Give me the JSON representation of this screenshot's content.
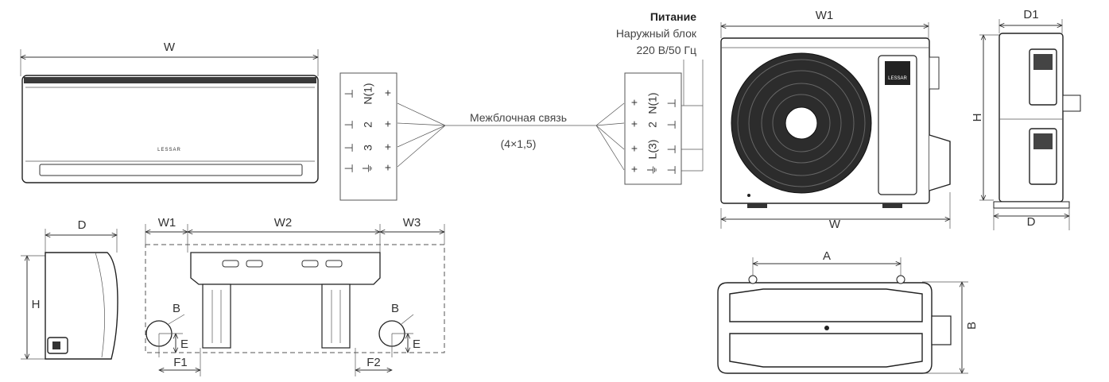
{
  "indoor_front": {
    "width_label": "W",
    "brand": "LESSAR"
  },
  "indoor_terminal": {
    "rows": [
      {
        "wire": "⊥",
        "code": "N(1)",
        "sym": "+"
      },
      {
        "wire": "⊥",
        "code": "2",
        "sym": "+"
      },
      {
        "wire": "⊥",
        "code": "3",
        "sym": "+"
      },
      {
        "wire": "⊥",
        "code": "⏚",
        "sym": "+"
      }
    ]
  },
  "interconnect": {
    "label": "Межблочная связь",
    "spec": "(4×1,5)"
  },
  "power": {
    "title": "Питание",
    "line1": "Наружный блок",
    "line2": "220 В/50 Гц"
  },
  "outdoor_terminal": {
    "rows": [
      {
        "sym": "+",
        "code": "N(1)"
      },
      {
        "sym": "+",
        "code": "2"
      },
      {
        "sym": "+",
        "code": "L(3)"
      },
      {
        "sym": "+",
        "code": "⏚"
      }
    ]
  },
  "indoor_side": {
    "depth_label": "D",
    "height_label": "H"
  },
  "mount_plate": {
    "w1": "W1",
    "w2": "W2",
    "w3": "W3",
    "b_left": "B",
    "b_right": "B",
    "e_left": "E",
    "e_right": "E",
    "f1": "F1",
    "f2": "F2"
  },
  "outdoor_front": {
    "w1_label": "W1",
    "w_label": "W",
    "brand": "LESSAR"
  },
  "outdoor_side": {
    "d1_label": "D1",
    "d_label": "D",
    "h_label": "H"
  },
  "outdoor_bottom": {
    "a_label": "A",
    "b_label": "B"
  }
}
